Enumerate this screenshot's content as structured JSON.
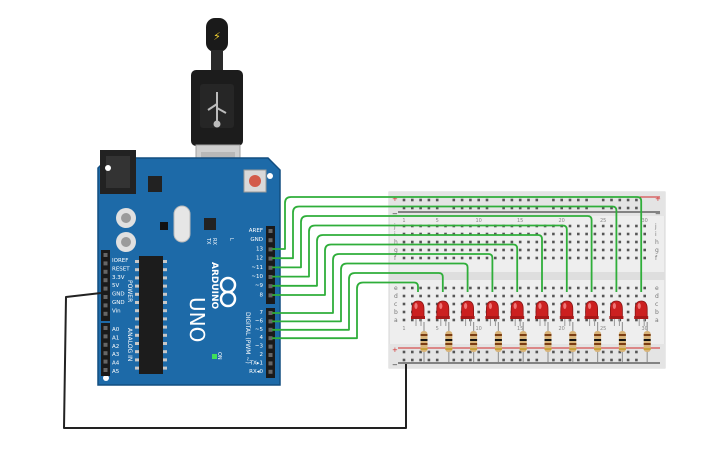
{
  "arduino": {
    "brand": "ARDUINO",
    "model": "UNO",
    "power_header_label": "POWER",
    "analog_header_label": "ANALOG IN",
    "digital_header_label": "DIGITAL (PWM ~)",
    "on_label": "ON",
    "tx_label": "TX",
    "rx_label": "RX",
    "l_label": "L",
    "power_pins": [
      "IOREF",
      "RESET",
      "3.3V",
      "5V",
      "GND",
      "GND",
      "Vin"
    ],
    "analog_pins": [
      "A0",
      "A1",
      "A2",
      "A3",
      "A4",
      "A5"
    ],
    "digital_pins_top": [
      "AREF",
      "GND",
      "13",
      "12",
      "~11",
      "~10",
      "~9",
      "8"
    ],
    "digital_pins_bottom": [
      "7",
      "~6",
      "~5",
      "4",
      "~3",
      "2",
      "TX▸1",
      "RX◂0"
    ],
    "usb_icon": "usb-icon",
    "reset_icon": "reset-button-icon",
    "cable_glyph": "⚡"
  },
  "breadboard": {
    "rail_plus": "+",
    "rail_minus": "−",
    "row_letters_top": [
      "j",
      "i",
      "h",
      "g",
      "f"
    ],
    "row_letters_bottom": [
      "e",
      "d",
      "c",
      "b",
      "a"
    ],
    "column_numbers": [
      "1",
      "5",
      "10",
      "15",
      "20",
      "25",
      "30"
    ]
  },
  "components": {
    "led_count": 10,
    "resistor_count": 10,
    "led_color": "#cc2020",
    "wire_color": "#2fae3a",
    "ground_wire_color": "#222222"
  },
  "colors": {
    "board": "#1d6aa8",
    "board_dark": "#124e80",
    "breadboard": "#eeeeee",
    "rail_red": "#d22a2a",
    "rail_black": "#222222",
    "resistor_body": "#d8b47a"
  }
}
